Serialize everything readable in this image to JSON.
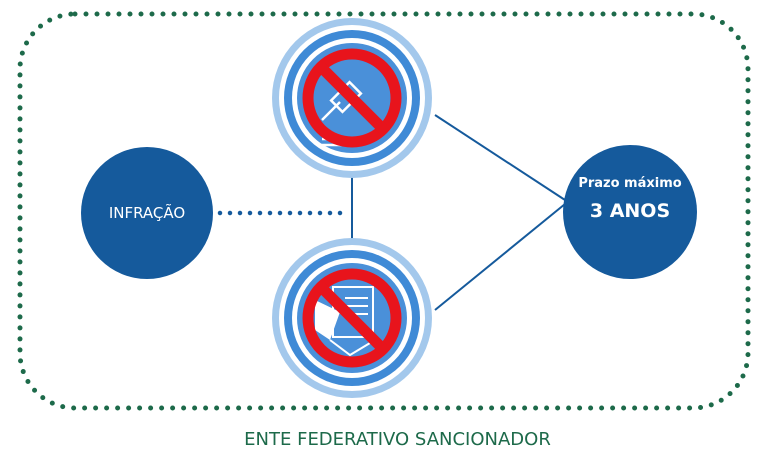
{
  "infraction": {
    "label": "INFRAÇÃO"
  },
  "result": {
    "line1": "Prazo máximo",
    "line2": "3 ANOS"
  },
  "icons": {
    "top": "prohibited-gavel-icon",
    "bottom": "prohibited-handshake-contract-icon"
  },
  "caption": "ENTE FEDERATIVO SANCIONADOR",
  "colors": {
    "dark_blue": "#155a9c",
    "mid_blue": "#3f8ad6",
    "light_blue": "#a3c8ec",
    "red": "#e8141c",
    "green": "#1d6a4a"
  }
}
